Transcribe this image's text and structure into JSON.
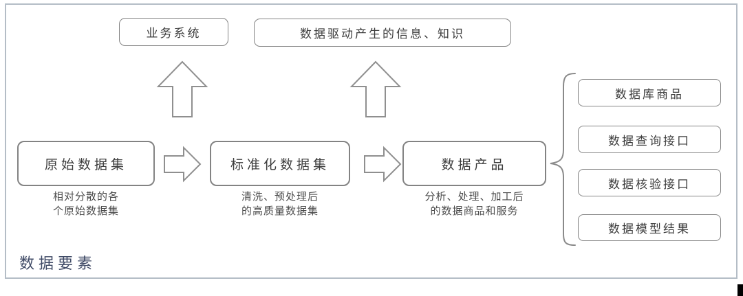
{
  "diagram": {
    "top_boxes": [
      {
        "label": "业务系统"
      },
      {
        "label": "数据驱动产生的信息、知识"
      }
    ],
    "flow": [
      {
        "label": "原始数据集",
        "caption_line1": "相对分散的各",
        "caption_line2": "个原始数据集"
      },
      {
        "label": "标准化数据集",
        "caption_line1": "清洗、预处理后",
        "caption_line2": "的高质量数据集"
      },
      {
        "label": "数据产品",
        "caption_line1": "分析、处理、加工后",
        "caption_line2": "的数据商品和服务"
      }
    ],
    "outputs": [
      {
        "label": "数据库商品"
      },
      {
        "label": "数据查询接口"
      },
      {
        "label": "数据核验接口"
      },
      {
        "label": "数据模型结果"
      }
    ],
    "footer_label": "数据要素",
    "colors": {
      "box_border": "#838383",
      "frame_border": "#b4bdc6",
      "footer_text": "#3f4a66",
      "caption_text": "#4c4c4c"
    }
  }
}
